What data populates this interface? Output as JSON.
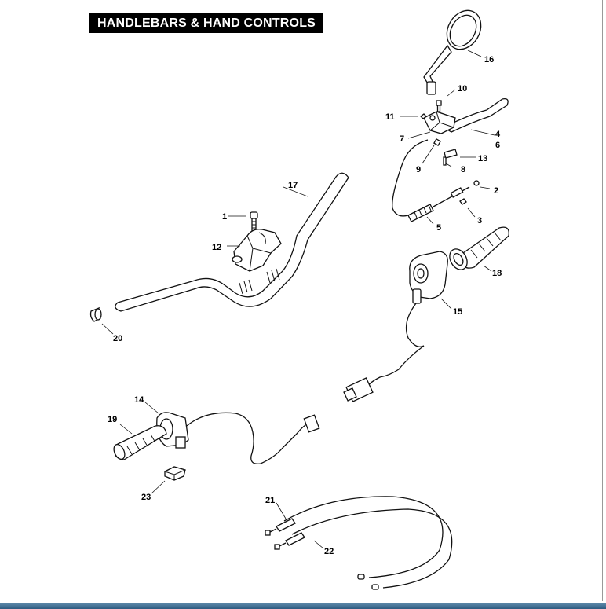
{
  "title": "HANDLEBARS & HAND CONTROLS",
  "callouts": [
    "1",
    "2",
    "3",
    "4",
    "5",
    "6",
    "7",
    "8",
    "9",
    "10",
    "11",
    "12",
    "13",
    "14",
    "15",
    "16",
    "17",
    "18",
    "19",
    "20",
    "21",
    "22",
    "23"
  ],
  "colors": {
    "title_bg": "#000000",
    "title_text": "#ffffff",
    "bottom_bar": "#3f6f93"
  }
}
